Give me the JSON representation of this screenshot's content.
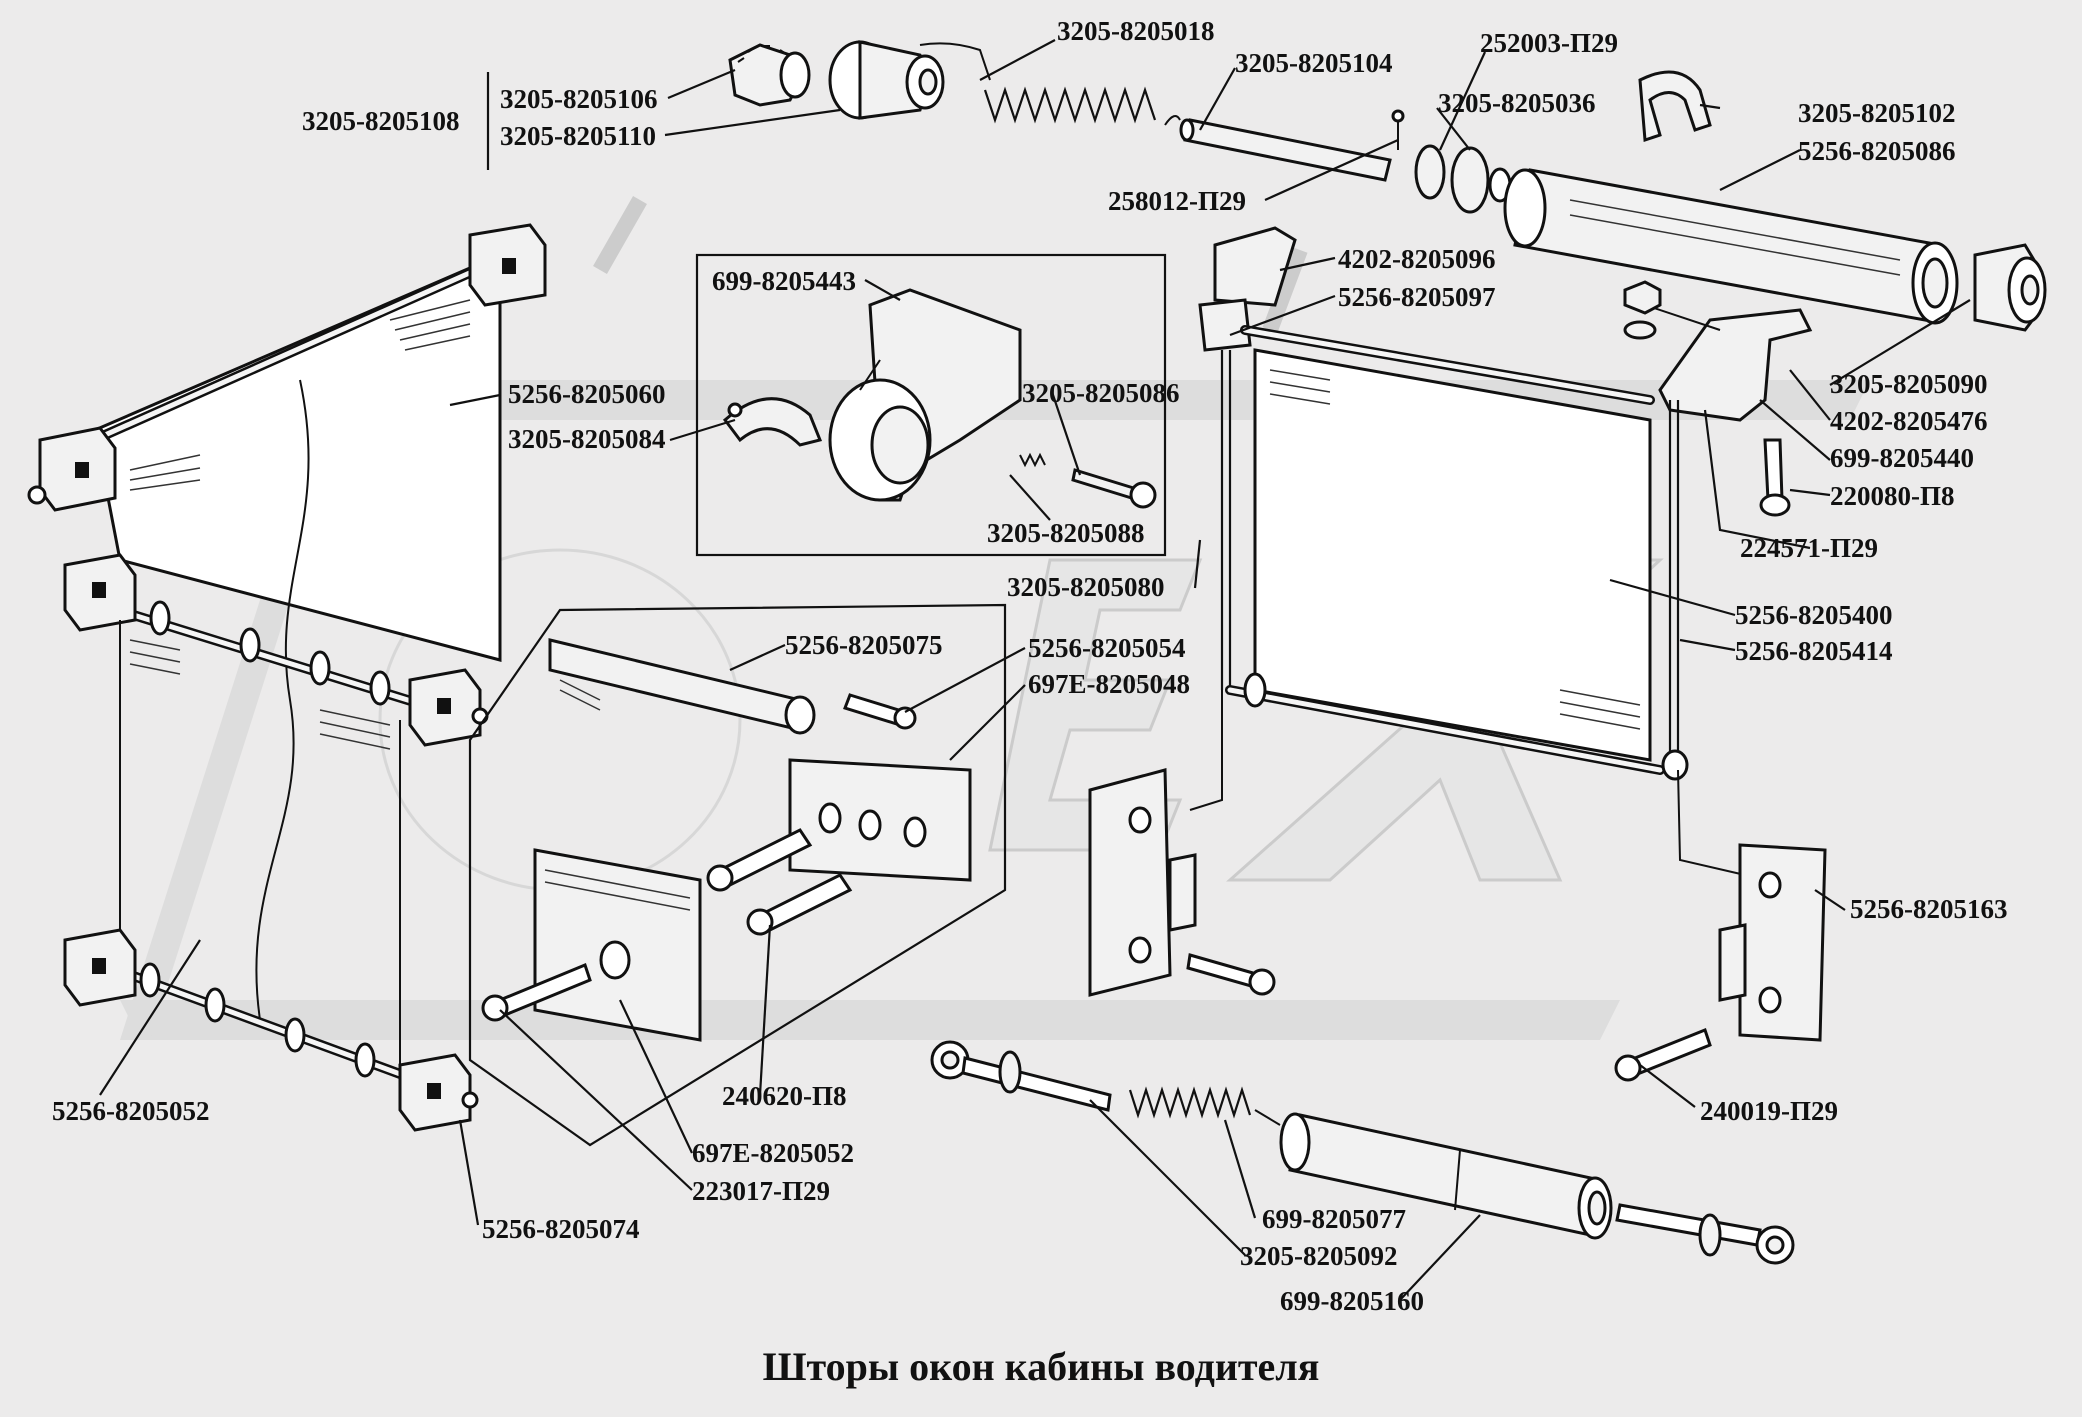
{
  "title": "Шторы окон кабины водителя",
  "watermark": "OPEX",
  "labels": [
    {
      "id": "a",
      "text": "3205-8205018"
    },
    {
      "id": "b",
      "text": "3205-8205104"
    },
    {
      "id": "c",
      "text": "252003-П29"
    },
    {
      "id": "d",
      "text": "3205-8205036"
    },
    {
      "id": "e",
      "text": "3205-8205102"
    },
    {
      "id": "f",
      "text": "5256-8205086"
    },
    {
      "id": "g",
      "text": "3205-8205106"
    },
    {
      "id": "h",
      "text": "3205-8205108"
    },
    {
      "id": "i",
      "text": "3205-8205110"
    },
    {
      "id": "j",
      "text": "258012-П29"
    },
    {
      "id": "k",
      "text": "4202-8205096"
    },
    {
      "id": "l",
      "text": "5256-8205097"
    },
    {
      "id": "m",
      "text": "699-8205443"
    },
    {
      "id": "n",
      "text": "5256-8205060"
    },
    {
      "id": "o",
      "text": "3205-8205086"
    },
    {
      "id": "p",
      "text": "3205-8205084"
    },
    {
      "id": "q",
      "text": "3205-8205088"
    },
    {
      "id": "r",
      "text": "3205-8205090"
    },
    {
      "id": "s",
      "text": "4202-8205476"
    },
    {
      "id": "t",
      "text": "699-8205440"
    },
    {
      "id": "u",
      "text": "220080-П8"
    },
    {
      "id": "v",
      "text": "224571-П29"
    },
    {
      "id": "w",
      "text": "3205-8205080"
    },
    {
      "id": "x",
      "text": "5256-8205400"
    },
    {
      "id": "y",
      "text": "5256-8205414"
    },
    {
      "id": "z",
      "text": "5256-8205075"
    },
    {
      "id": "aa",
      "text": "5256-8205054"
    },
    {
      "id": "ab",
      "text": "697Е-8205048"
    },
    {
      "id": "ac",
      "text": "5256-8205163"
    },
    {
      "id": "ad",
      "text": "5256-8205052"
    },
    {
      "id": "ae",
      "text": "240620-П8"
    },
    {
      "id": "af",
      "text": "240019-П29"
    },
    {
      "id": "ag",
      "text": "697Е-8205052"
    },
    {
      "id": "ah",
      "text": "223017-П29"
    },
    {
      "id": "ai",
      "text": "699-8205077"
    },
    {
      "id": "aj",
      "text": "3205-8205092"
    },
    {
      "id": "ak",
      "text": "5256-8205074"
    },
    {
      "id": "al",
      "text": "699-8205160"
    }
  ]
}
